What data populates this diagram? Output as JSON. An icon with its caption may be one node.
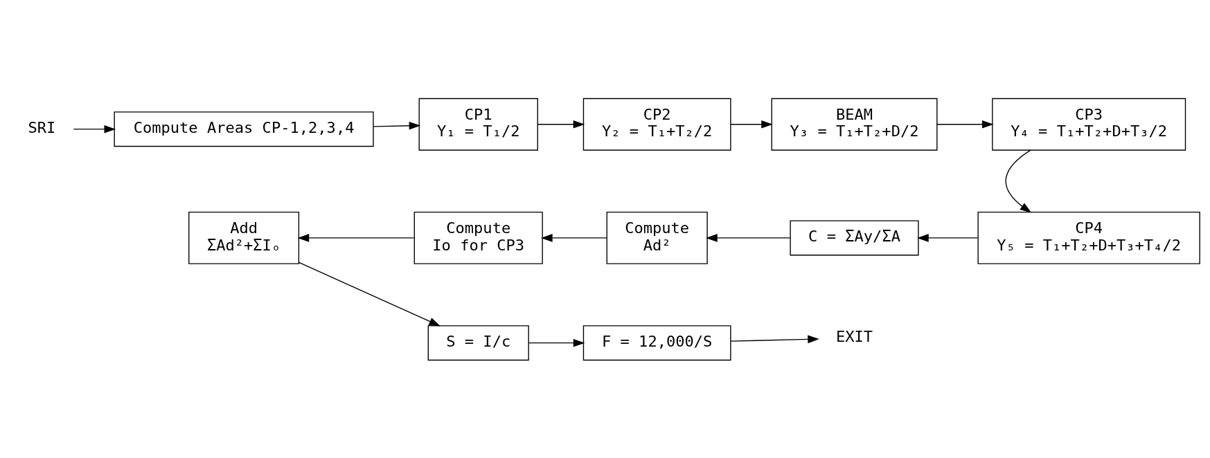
{
  "diagram": {
    "nodes": [
      {
        "text": [
          "SRI"
        ]
      },
      {
        "text": [
          "Compute Areas CP-1,2,3,4"
        ]
      },
      {
        "text": [
          "CP1",
          "Y₁ = T₁/2"
        ]
      },
      {
        "text": [
          "CP2",
          "Y₂ = T₁+T₂/2"
        ]
      },
      {
        "text": [
          "BEAM",
          "Y₃ = T₁+T₂+D/2"
        ]
      },
      {
        "text": [
          "CP3",
          "Y₄ = T₁+T₂+D+T₃/2"
        ]
      },
      {
        "text": [
          "CP4",
          "Y₅ = T₁+T₂+D+T₃+T₄/2"
        ]
      },
      {
        "text": [
          "C = ΣAy/ΣA"
        ]
      },
      {
        "text": [
          "Compute",
          "Ad²"
        ]
      },
      {
        "text": [
          "Compute",
          "Io for CP3"
        ]
      },
      {
        "text": [
          "Add",
          "ΣAd²+ΣIₒ"
        ]
      },
      {
        "text": [
          "S = I/c"
        ]
      },
      {
        "text": [
          "F = 12,000/S"
        ]
      },
      {
        "text": [
          "EXIT"
        ]
      }
    ],
    "edges": [
      {
        "from": 0,
        "to": 1,
        "arrow": "to"
      },
      {
        "from": 1,
        "to": 2,
        "arrow": "to"
      },
      {
        "from": 2,
        "to": 3,
        "arrow": "to"
      },
      {
        "from": 3,
        "to": 4,
        "arrow": "to"
      },
      {
        "from": 4,
        "to": 5,
        "arrow": "to"
      },
      {
        "from": 5,
        "to": 6,
        "arrow": "to"
      },
      {
        "from": 6,
        "to": 7,
        "arrow": "to"
      },
      {
        "from": 7,
        "to": 8,
        "arrow": "to"
      },
      {
        "from": 8,
        "to": 9,
        "arrow": "to"
      },
      {
        "from": 9,
        "to": 10,
        "arrow": "to"
      },
      {
        "from": 10,
        "to": 11,
        "arrow": "to"
      },
      {
        "from": 11,
        "to": 12,
        "arrow": "to"
      },
      {
        "from": 12,
        "to": 13,
        "arrow": "to"
      }
    ]
  }
}
